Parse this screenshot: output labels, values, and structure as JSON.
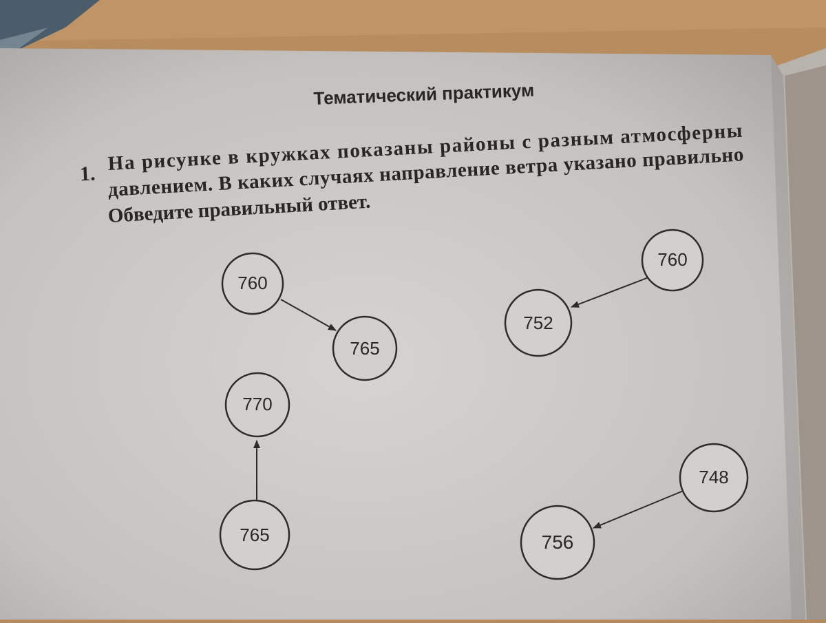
{
  "title": "Тематический практикум",
  "task": {
    "number": "1.",
    "lines": [
      "На рисунке в кружках показаны районы с разным атмосферны",
      "давлением. В каких случаях направление ветра указано правильно",
      "Обведите правильный ответ."
    ]
  },
  "diagrams": [
    {
      "from": "760",
      "to": "765"
    },
    {
      "from": "760",
      "to": "752"
    },
    {
      "from": "765",
      "to": "770"
    },
    {
      "from": "748",
      "to": "756"
    }
  ]
}
